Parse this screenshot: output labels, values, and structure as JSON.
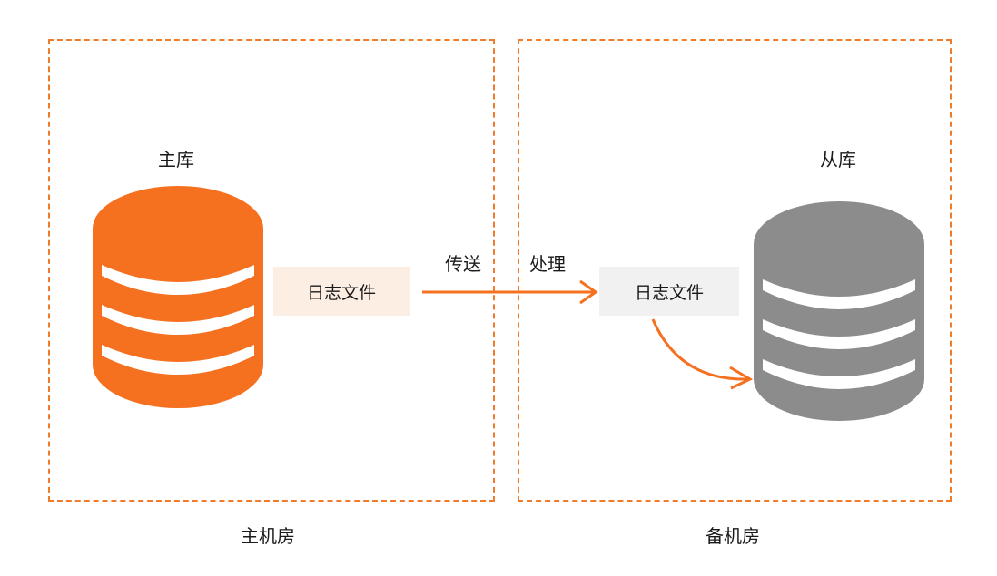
{
  "primary_room": {
    "label": "主机房",
    "db_label": "主库",
    "log_label": "日志文件"
  },
  "standby_room": {
    "label": "备机房",
    "db_label": "从库",
    "log_label": "日志文件"
  },
  "flow": {
    "send_label": "传送",
    "process_label": "处理"
  },
  "colors": {
    "accent": "#f5701f",
    "dashed_border": "#f07b2a",
    "standby_db": "#8c8c8c",
    "primary_log_bg": "#fdeee4",
    "standby_log_bg": "#f1f1f1"
  }
}
